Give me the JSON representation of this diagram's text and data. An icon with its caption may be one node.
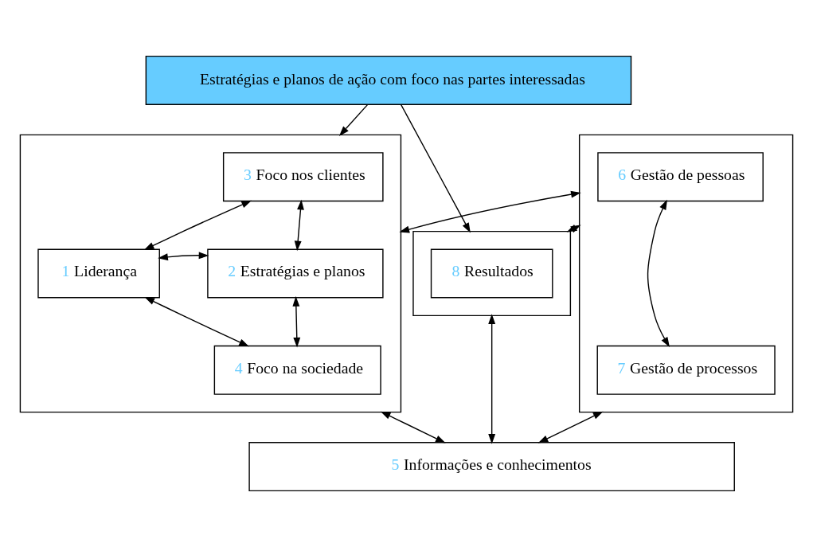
{
  "diagram": {
    "nodes": [
      {
        "text": [
          "Estratégias e planos de ação com foco nas partes interessadas"
        ]
      },
      {
        "text": [],
        "shape": "box"
      },
      {
        "text": [
          "1 Liderança"
        ],
        "in": 1
      },
      {
        "text": [
          "3 Foco nos clientes"
        ],
        "in": 1
      },
      {
        "text": [
          "2 Estratégias e planos"
        ],
        "in": 1
      },
      {
        "text": [
          "4 Foco na sociedade"
        ],
        "in": 1
      },
      {
        "text": [],
        "shape": "box"
      },
      {
        "text": [
          "6 Gestão de pessoas"
        ],
        "in": 6
      },
      {
        "text": [
          "7 Gestão de processos"
        ],
        "in": 6
      },
      {
        "text": [],
        "shape": "box"
      },
      {
        "text": [
          "8 Resultados"
        ],
        "in": 9
      },
      {
        "text": [
          "5  Informações e conhecimentos"
        ]
      }
    ],
    "edges": [
      {
        "from": 0,
        "to": 1,
        "arrow": "to"
      },
      {
        "from": 0,
        "to": 9,
        "arrow": "to"
      },
      {
        "from": 2,
        "to": 3,
        "arrow": "both"
      },
      {
        "from": 2,
        "to": 4,
        "arrow": "both"
      },
      {
        "from": 2,
        "to": 5,
        "arrow": "both"
      },
      {
        "from": 3,
        "to": 4,
        "arrow": "both"
      },
      {
        "from": 4,
        "to": 5,
        "arrow": "both"
      },
      {
        "from": 1,
        "to": 6,
        "arrow": "both"
      },
      {
        "from": 7,
        "to": 8,
        "arrow": "both"
      },
      {
        "from": 6,
        "to": 9,
        "arrow": "both"
      },
      {
        "from": 1,
        "to": 11,
        "arrow": "both"
      },
      {
        "from": 6,
        "to": 11,
        "arrow": "both"
      },
      {
        "from": 9,
        "to": 11,
        "arrow": "both"
      }
    ]
  }
}
